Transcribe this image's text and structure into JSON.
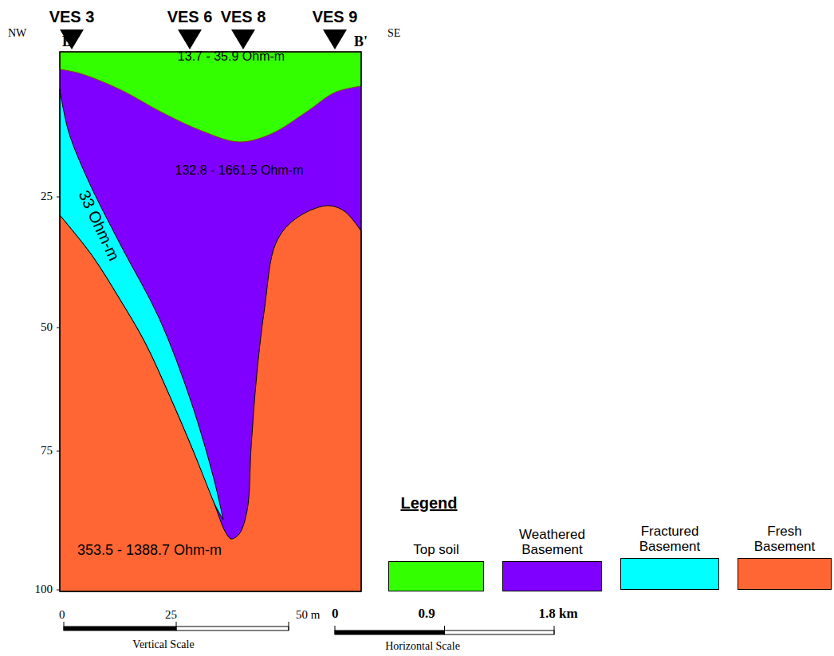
{
  "diagram": {
    "labels": [
      "VES 3",
      "VES 6",
      "VES 8",
      "VES 9",
      "NW",
      "SE",
      "B",
      "B'",
      "13.7 - 35.9 Ohm-m",
      "132.8 - 1661.5 Ohm-m",
      "33 Ohm-m",
      "353.5 - 1388.7 Ohm-m",
      "25",
      "50",
      "75",
      "100",
      "0",
      "25",
      "50 m",
      "Vertical Scale",
      "0",
      "0.9",
      "1.8 km",
      "Horizontal Scale",
      "Legend"
    ],
    "legend": [
      {
        "text": "Top soil",
        "color": "#33ff00"
      },
      {
        "text": "Weathered Basement",
        "color": "#8000ff"
      },
      {
        "text": "Fractured Basement",
        "color": "#00ffff"
      },
      {
        "text": "Fresh Basement",
        "color": "#ff6633"
      }
    ]
  }
}
